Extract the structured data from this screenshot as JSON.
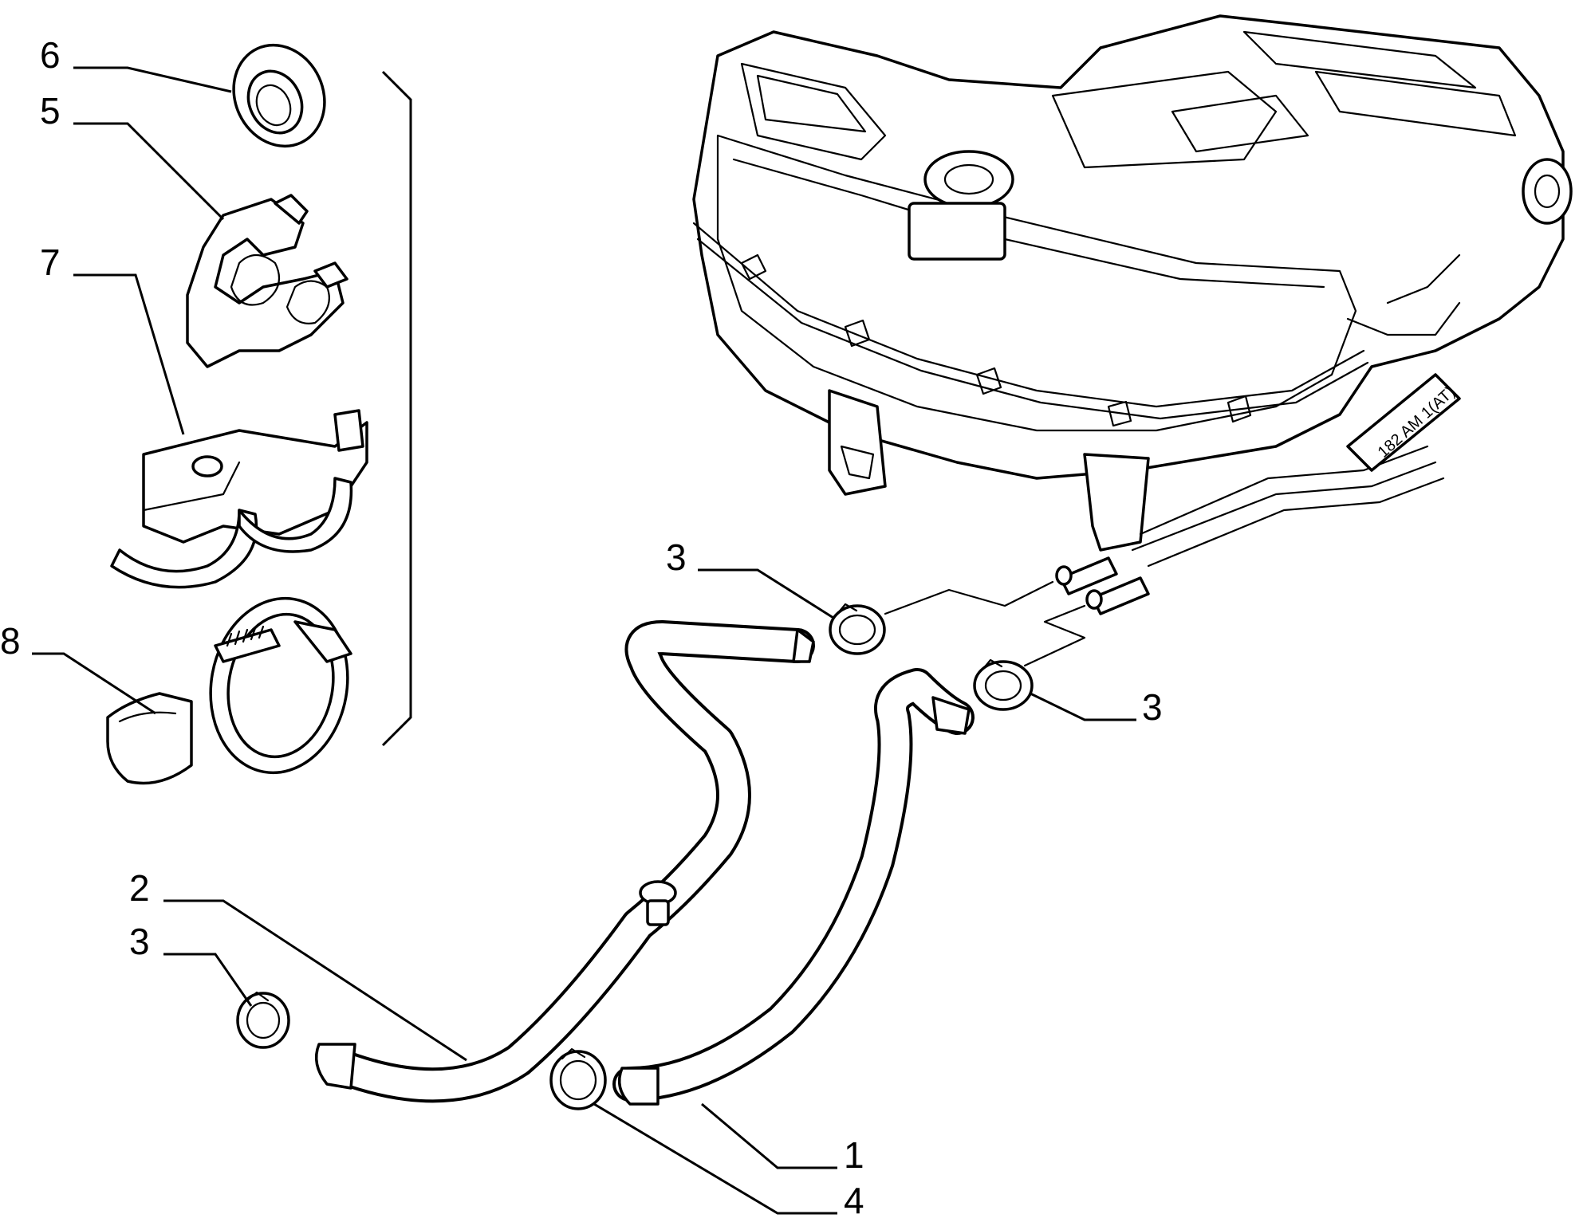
{
  "callouts": {
    "c1": "1",
    "c2": "2",
    "c3a": "3",
    "c3b": "3",
    "c3c": "3",
    "c4": "4",
    "c5": "5",
    "c6": "6",
    "c7": "7",
    "c8": "8"
  },
  "heater_marking": "182 AM 1(AT)",
  "colors": {
    "ink": "#000000",
    "background": "#ffffff"
  }
}
